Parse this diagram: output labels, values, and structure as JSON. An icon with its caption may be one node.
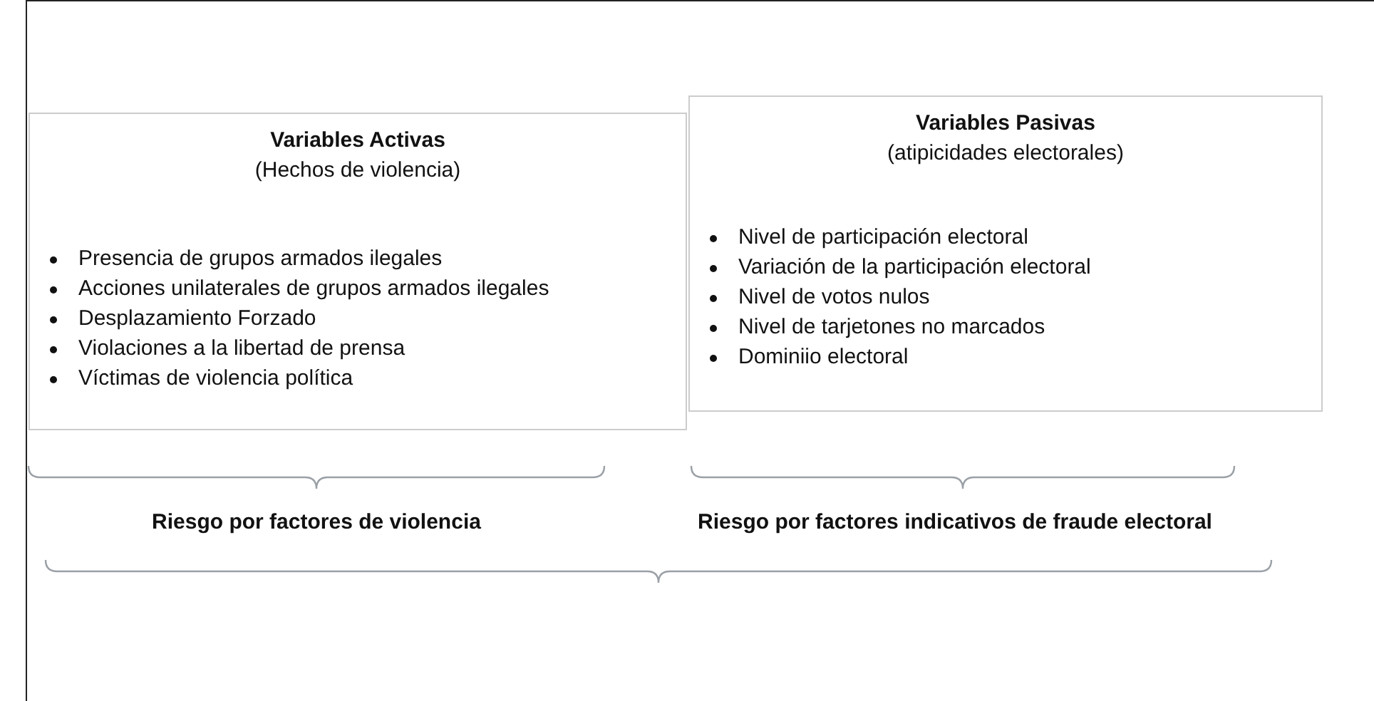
{
  "diagram": {
    "nodes": [
      {
        "text": [
          "Variables Activas",
          "(Hechos de violencia)",
          "Presencia de grupos armados ilegales",
          "Acciones unilaterales de grupos armados ilegales",
          "Desplazamiento Forzado",
          "Violaciones a la libertad de prensa",
          "Víctimas de violencia política"
        ]
      },
      {
        "text": [
          "Variables Pasivas",
          "(atipicidades electorales)",
          "Nivel de participación electoral",
          "Variación de la participación electoral",
          "Nivel de votos nulos",
          "Nivel de tarjetones no marcados",
          "Dominiio electoral"
        ]
      }
    ],
    "labels": [
      "Riesgo por factores de violencia",
      "Riesgo por factores indicativos de fraude electoral"
    ]
  }
}
